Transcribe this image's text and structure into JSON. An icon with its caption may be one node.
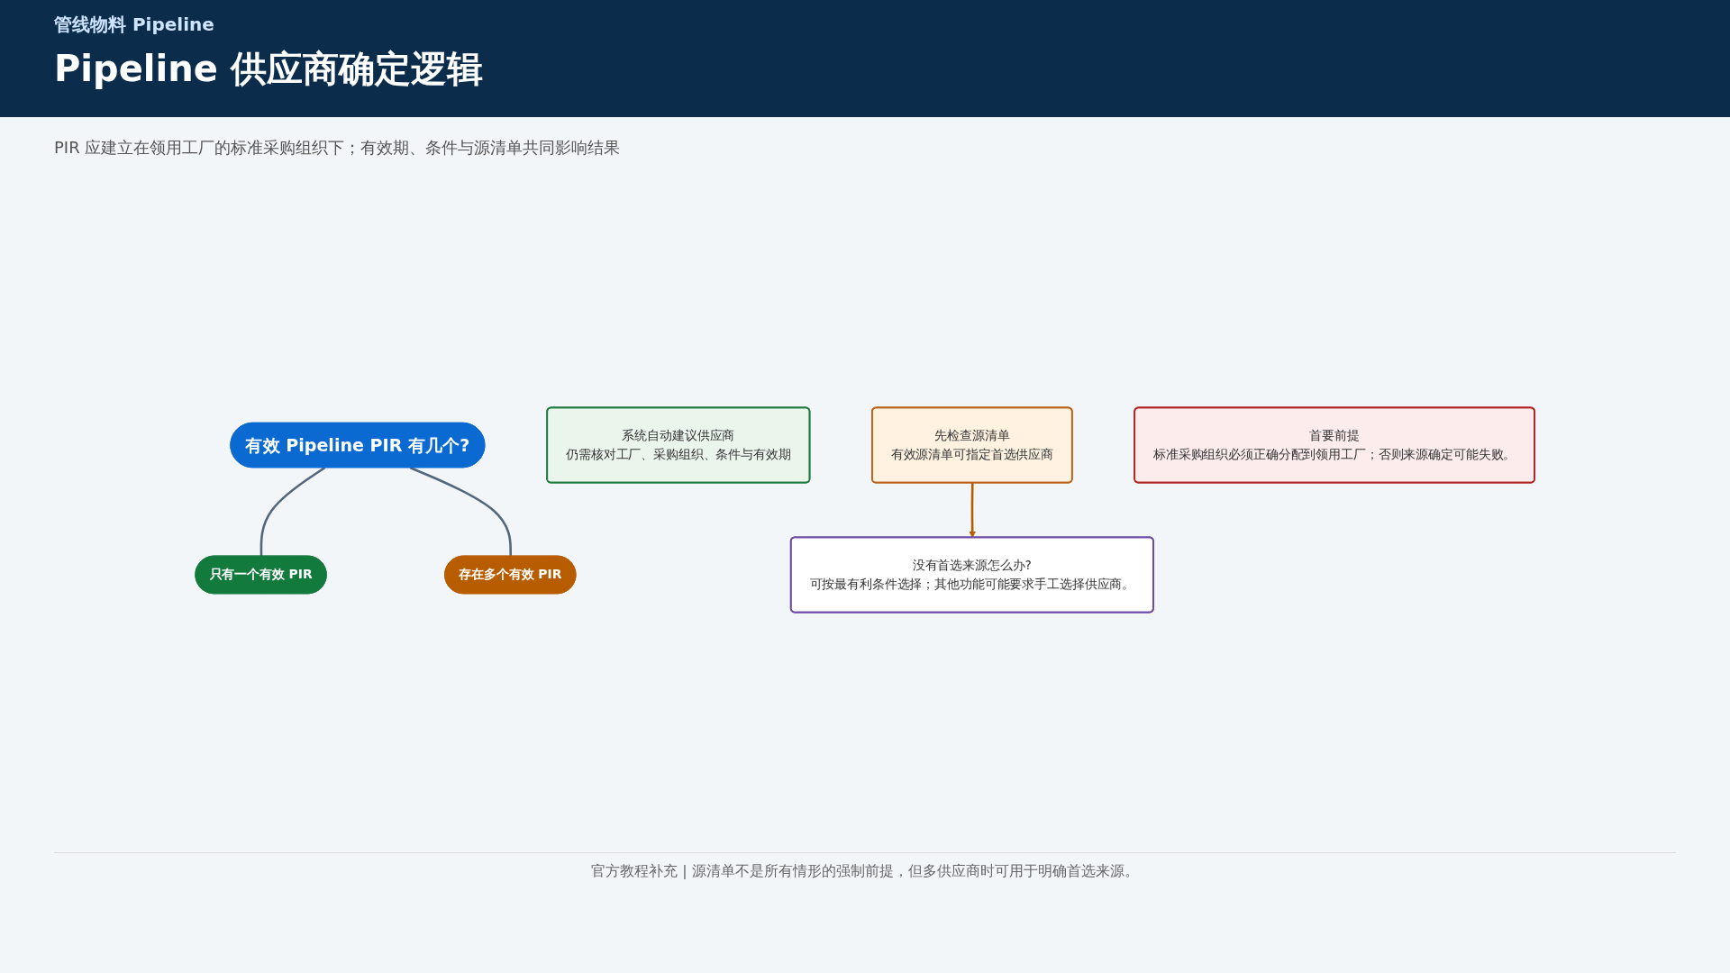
{
  "diagram": {
    "title": "Pipeline 供应商确定逻辑",
    "nodes": [
      {
        "text": [
          "有效 Pipeline PIR 有几个?"
        ]
      },
      {
        "text": [
          "只有一个有效 PIR"
        ]
      },
      {
        "text": [
          "存在多个有效 PIR"
        ]
      },
      {
        "text": [
          "系统自动建议供应商",
          "仍需核对工厂、采购组织、条件与有效期"
        ]
      },
      {
        "text": [
          "先检查源清单",
          "有效源清单可指定首选供应商"
        ]
      },
      {
        "text": [
          "首要前提",
          "标准采购组织必须正确分配到领用工厂；否则来源确定可能失败。"
        ]
      },
      {
        "text": [
          "没有首选来源怎么办?",
          "可按最有利条件选择；其他功能可能要求手工选择供应商。"
        ]
      }
    ],
    "edges": [
      {
        "from": 0,
        "to": 1,
        "arrow": "none"
      },
      {
        "from": 0,
        "to": 2,
        "arrow": "none"
      },
      {
        "from": 4,
        "to": 6,
        "arrow": "to",
        "color": "#b85c00"
      }
    ],
    "labels": [
      "管线物料 Pipeline",
      "PIR 应建立在领用工厂的标准采购组织下；有效期、条件与源清单共同影响结果"
    ],
    "caption": "官方教程补充 | 源清单不是所有情形的强制前提，但多供应商时可用于明确首选来源。"
  }
}
